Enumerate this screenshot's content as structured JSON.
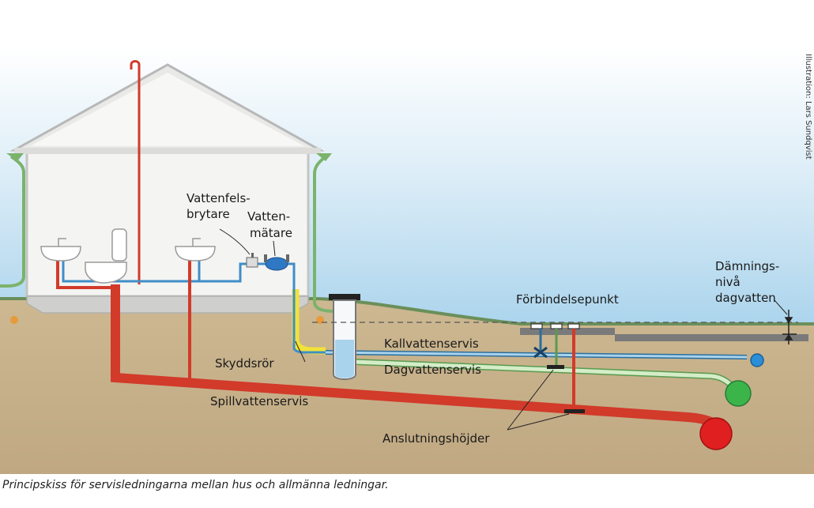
{
  "labels": {
    "vattenfelsbrytare_1": "Vattenfels-",
    "vattenfelsbrytare_2": "brytare",
    "vattenmatare_1": "Vatten-",
    "vattenmatare_2": "mätare",
    "skyddsror": "Skyddsrör",
    "kallvattenservis": "Kallvattenservis",
    "dagvattenservis": "Dagvattenservis",
    "spillvattenservis": "Spillvattenservis",
    "forbindelsepunkt": "Förbindelsepunkt",
    "damningsniva_1": "Dämnings-",
    "damningsniva_2": "nivå",
    "damningsniva_3": "dagvatten",
    "anslutningshojder": "Anslutningshöjder"
  },
  "credit": "Illustration: Lars Sundqvist",
  "caption": "Principskiss för servisledningarna mellan hus och allmänna ledningar.",
  "colors": {
    "sky": "#b9dcf0",
    "ground": "#c9b48e",
    "house": "#f4f4f2",
    "drain": "#d23a2a",
    "cold_water": "#3f8ec8",
    "storm_water": "#d4edc8",
    "protective_pipe": "#f2e23a",
    "main_red": "#e02020",
    "main_green": "#3bb54a",
    "main_blue": "#2a8fd6"
  }
}
